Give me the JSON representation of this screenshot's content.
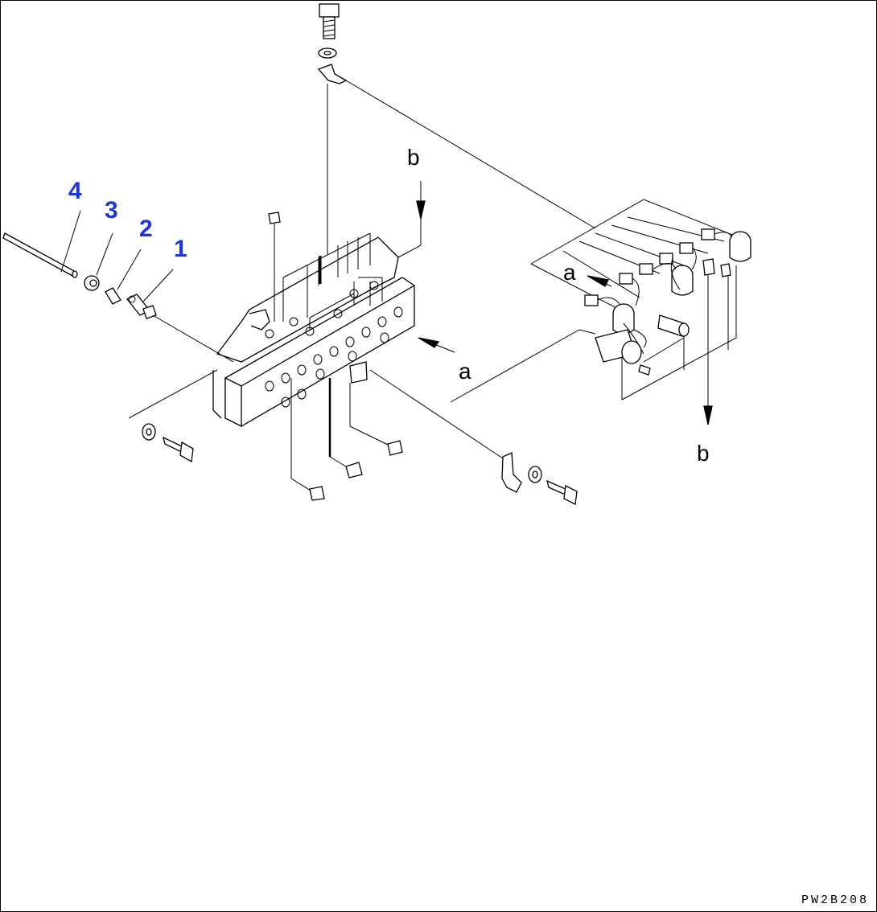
{
  "callouts": {
    "c1": "1",
    "c2": "2",
    "c3": "3",
    "c4": "4"
  },
  "letters": {
    "a_right": "a",
    "a_left": "a",
    "b_top": "b",
    "b_bottom": "b"
  },
  "drawing_code": "PW2B208",
  "colors": {
    "callout": "#1f35d6",
    "line": "#000000"
  }
}
